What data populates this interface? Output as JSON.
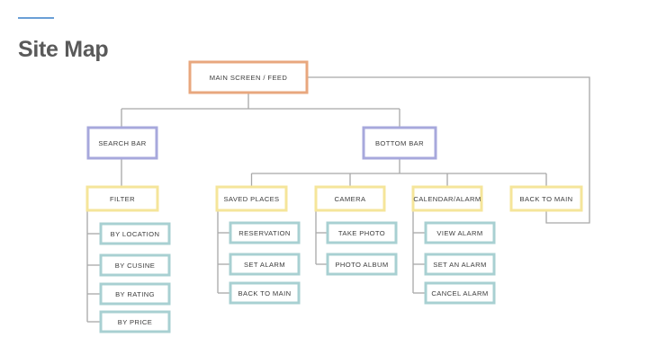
{
  "header": {
    "title": "Site Map"
  },
  "colors": {
    "accent_bar": "#6a9fd6",
    "root": "#e8a77e",
    "level1": "#a7a8dc",
    "level2": "#f5e59a",
    "leaf": "#a8d0d2",
    "connector": "#a8a8a8"
  },
  "sitemap": {
    "root": {
      "label": "MAIN SCREEN / FEED"
    },
    "search_bar": {
      "label": "SEARCH BAR",
      "filter": {
        "label": "FILTER",
        "items": [
          "BY LOCATION",
          "BY CUSINE",
          "BY RATING",
          "BY PRICE"
        ]
      }
    },
    "bottom_bar": {
      "label": "BOTTOM BAR",
      "sections": [
        {
          "label": "SAVED PLACES",
          "items": [
            "RESERVATION",
            "SET ALARM",
            "BACK TO MAIN"
          ]
        },
        {
          "label": "CAMERA",
          "items": [
            "TAKE PHOTO",
            "PHOTO ALBUM"
          ]
        },
        {
          "label": "CALENDAR/ALARM",
          "items": [
            "VIEW ALARM",
            "SET AN ALARM",
            "CANCEL ALARM"
          ]
        },
        {
          "label": "BACK TO MAIN",
          "items": []
        }
      ]
    }
  }
}
